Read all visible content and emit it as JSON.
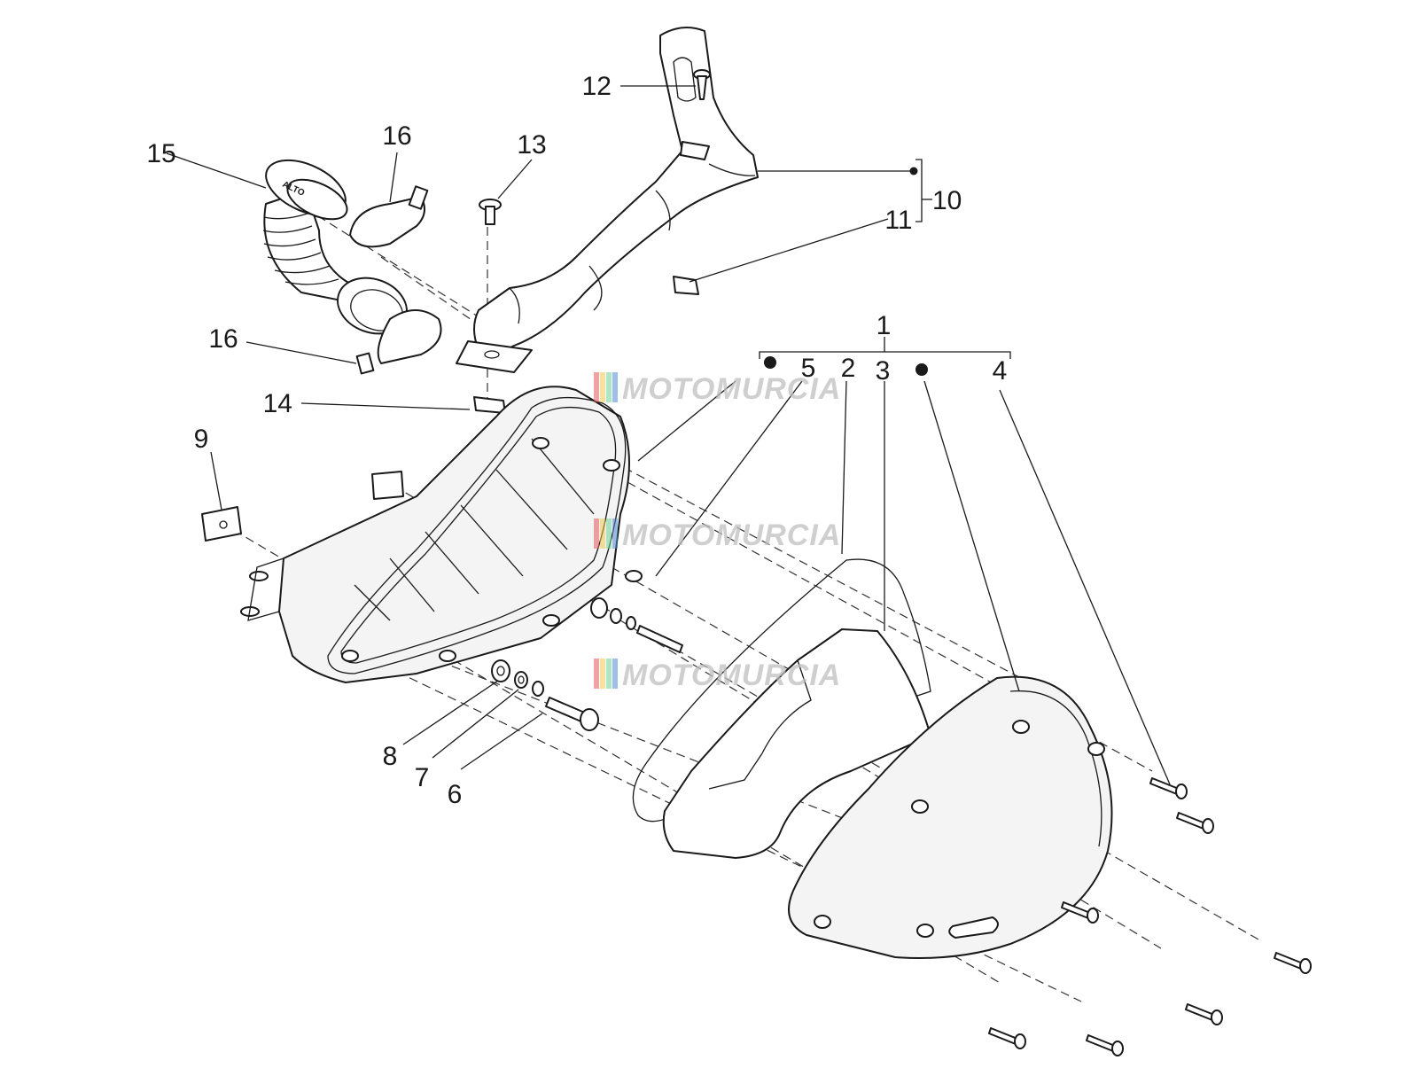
{
  "callouts": {
    "c1": "1",
    "c2": "2",
    "c3": "3",
    "c4": "4",
    "c5": "5",
    "c6": "6",
    "c7": "7",
    "c8": "8",
    "c9": "9",
    "c10": "10",
    "c11": "11",
    "c12": "12",
    "c13": "13",
    "c14": "14",
    "c15": "15",
    "c16a": "16",
    "c16b": "16"
  },
  "part_markings": {
    "hose_text": "ALTO"
  },
  "watermark": {
    "text": "MOTOMURCIA",
    "color": "#bfbfbf",
    "stripe_colors": [
      "#e05a5a",
      "#f2c94c",
      "#6fcf97",
      "#4f8bd6"
    ]
  }
}
